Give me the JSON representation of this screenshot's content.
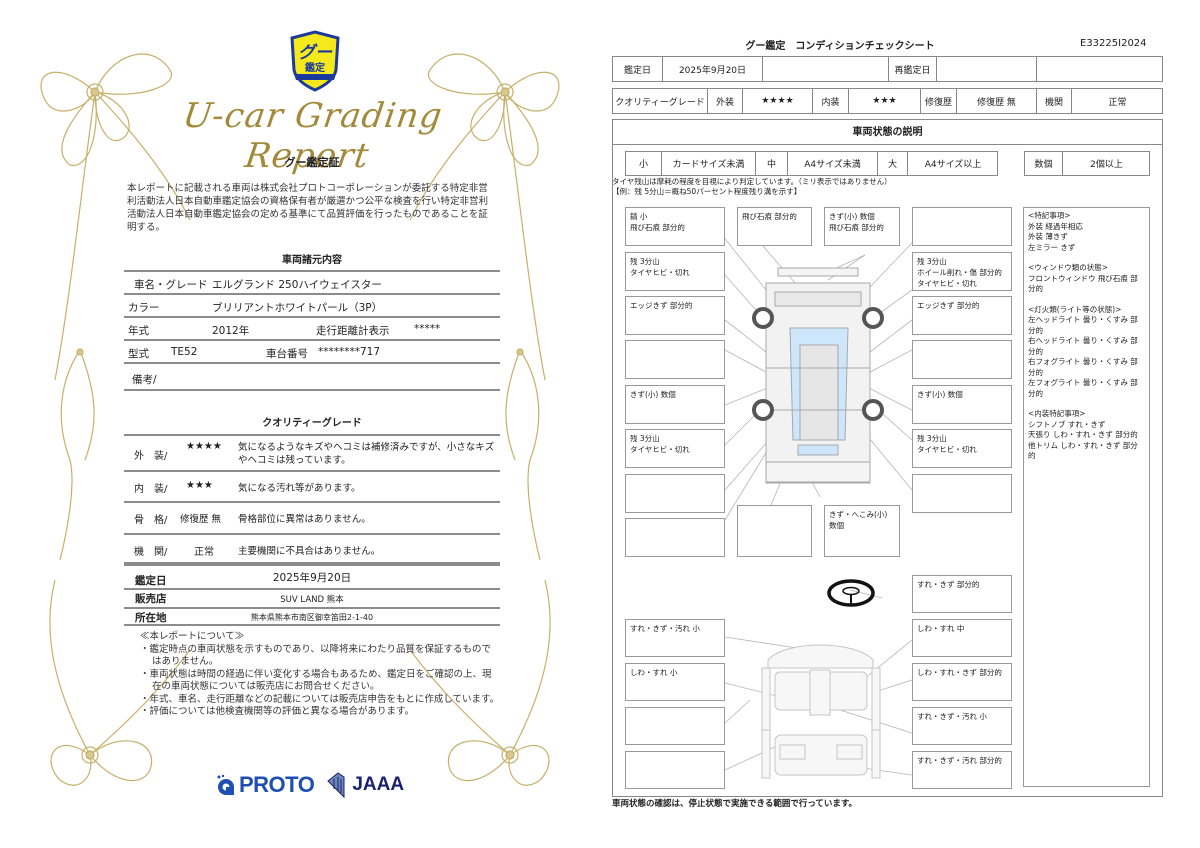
{
  "certificate": {
    "badge": {
      "line1": "グー",
      "line2": "鑑定"
    },
    "script_title": "U-car Grading Report",
    "heading": "グー鑑定証",
    "intro": "本レポートに記載される車両は株式会社プロトコーポレーションが委託する特定非営利活動法人日本自動車鑑定協会の資格保有者が厳選かつ公平な検査を行い特定非営利活動法人日本自動車鑑定協会の定める基準にて品質評価を行ったものであることを証明する。",
    "specs_title": "車両諸元内容",
    "specs": {
      "name_label": "車名・グレード",
      "name_value": "エルグランド 250ハイウェイスター",
      "color_label": "カラー",
      "color_value": "ブリリアントホワイトパール（3P）",
      "year_label": "年式",
      "year_value": "2012年",
      "mileage_label": "走行距離計表示",
      "mileage_value": "*****",
      "model_label": "型式",
      "model_value": "TE52",
      "chassis_label": "車台番号",
      "chassis_value": "********717",
      "remarks_label": "備考/"
    },
    "quality_title": "クオリティーグレード",
    "quality": [
      {
        "label": "外　装/",
        "grade": "★★★★",
        "desc": "気になるようなキズやヘコミは補修済みですが、小さなキズやヘコミは残っています。"
      },
      {
        "label": "内　装/",
        "grade": "★★★",
        "desc": "気になる汚れ等があります。"
      },
      {
        "label": "骨　格/",
        "grade": "修復歴 無",
        "desc": "骨格部位に異常はありません。"
      },
      {
        "label": "機　関/",
        "grade": "正常",
        "desc": "主要機関に不具合はありません。"
      }
    ],
    "info": {
      "date_label": "鑑定日",
      "date_value": "2025年9月20日",
      "dealer_label": "販売店",
      "dealer_value": "SUV LAND 熊本",
      "address_label": "所在地",
      "address_value": "熊本県熊本市南区御幸笛田2-1-40"
    },
    "notes_title": "≪本レポートについて≫",
    "notes": [
      "・鑑定時点の車両状態を示すものであり、以降将来にわたり品質を保証するものではありません。",
      "・車両状態は時間の経過に伴い変化する場合もあるため、鑑定日をご確認の上、現在の車両状態については販売店にお問合せください。",
      "・年式、車名、走行距離などの記載については販売店申告をもとに作成しています。",
      "・評価については他検査機関等の評価と異なる場合があります。"
    ],
    "logos": {
      "proto": "PROTO",
      "jaaa": "JAAA"
    }
  },
  "check_sheet": {
    "title": "グー鑑定　コンディションチェックシート",
    "id": "E33225I2024",
    "date_row": {
      "date_label": "鑑定日",
      "date_value": "2025年9月20日",
      "reinspect_label": "再鑑定日",
      "reinspect_value": ""
    },
    "grade_row": {
      "label": "クオリティーグレード",
      "exterior_label": "外装",
      "exterior_value": "★★★★",
      "interior_label": "内装",
      "interior_value": "★★★",
      "repair_label": "修復歴",
      "repair_value": "修復歴 無",
      "engine_label": "機関",
      "engine_value": "正常"
    },
    "desc_title": "車両状態の説明",
    "size_legend": [
      {
        "key": "小",
        "value": "カードサイズ未満"
      },
      {
        "key": "中",
        "value": "A4サイズ未満"
      },
      {
        "key": "大",
        "value": "A4サイズ以上"
      }
    ],
    "count_legend": {
      "key": "数個",
      "value": "2個以上"
    },
    "tire_note_1": "タイヤ残山は摩耗の程度を目視により判定しています。（ミリ表示ではありません）",
    "tire_note_2": "【例：残 5分山＝概ね50パーセント程度残り溝を示す】",
    "exterior_boxes": {
      "top_left": "錆 小\n飛び石痕 部分的",
      "top_center": "飛び石痕 部分的",
      "top_right_center": "きず(小) 数個\n飛び石痕 部分的",
      "top_right": "",
      "left_2": "残 3分山\nタイヤヒビ・切れ",
      "right_2": "残 3分山\nホイール削れ・傷 部分的\nタイヤヒビ・切れ",
      "left_3": "エッジきず 部分的",
      "right_3": "エッジきず 部分的",
      "left_4": "",
      "right_4": "",
      "left_5": "きず(小) 数個",
      "right_5": "きず(小) 数個",
      "left_6": "残 3分山\nタイヤヒビ・切れ",
      "right_6": "残 3分山\nタイヤヒビ・切れ",
      "left_7": "",
      "right_7": "",
      "left_8": "",
      "bottom_center": "",
      "bottom_right_center": "きず・へこみ(小) 数個"
    },
    "interior_boxes": {
      "steering": "すれ・きず 部分的",
      "left_1": "すれ・きず・汚れ 小",
      "right_1": "しわ・すれ 中",
      "left_2": "しわ・すれ 小",
      "right_2": "しわ・すれ・きず 部分的",
      "left_3": "",
      "right_3": "すれ・きず・汚れ 小",
      "left_4": "",
      "right_4": "すれ・きず・汚れ 部分的"
    },
    "special_notes": {
      "s1_title": "<特記事項>",
      "s1_items": "外装 経過年相応\n外装 薄きず\n左ミラー きず",
      "s2_title": "<ウィンドウ類の状態>",
      "s2_items": "フロントウィンドウ 飛び石痕 部分的",
      "s3_title": "<灯火類(ライト等の状態)>",
      "s3_items": "左ヘッドライト 曇り・くすみ 部分的\n右ヘッドライト 曇り・くすみ 部分的\n右フォグライト 曇り・くすみ 部分的\n左フォグライト 曇り・くすみ 部分的",
      "s4_title": "<内装特記事項>",
      "s4_items": "シフトノブ すれ・きず\n天張り しわ・すれ・きず 部分的\n他トリム しわ・すれ・きず 部分的"
    },
    "footer": "車両状態の確認は、停止状態で実施できる範囲で行っています。"
  },
  "colors": {
    "gold": "#b59a4a",
    "badge_yellow": "#f5e81c",
    "badge_blue": "#1c3a9c",
    "proto_blue": "#1f4fb3",
    "jaaa_navy": "#1a2270",
    "glass_blue": "#cde6fb"
  }
}
